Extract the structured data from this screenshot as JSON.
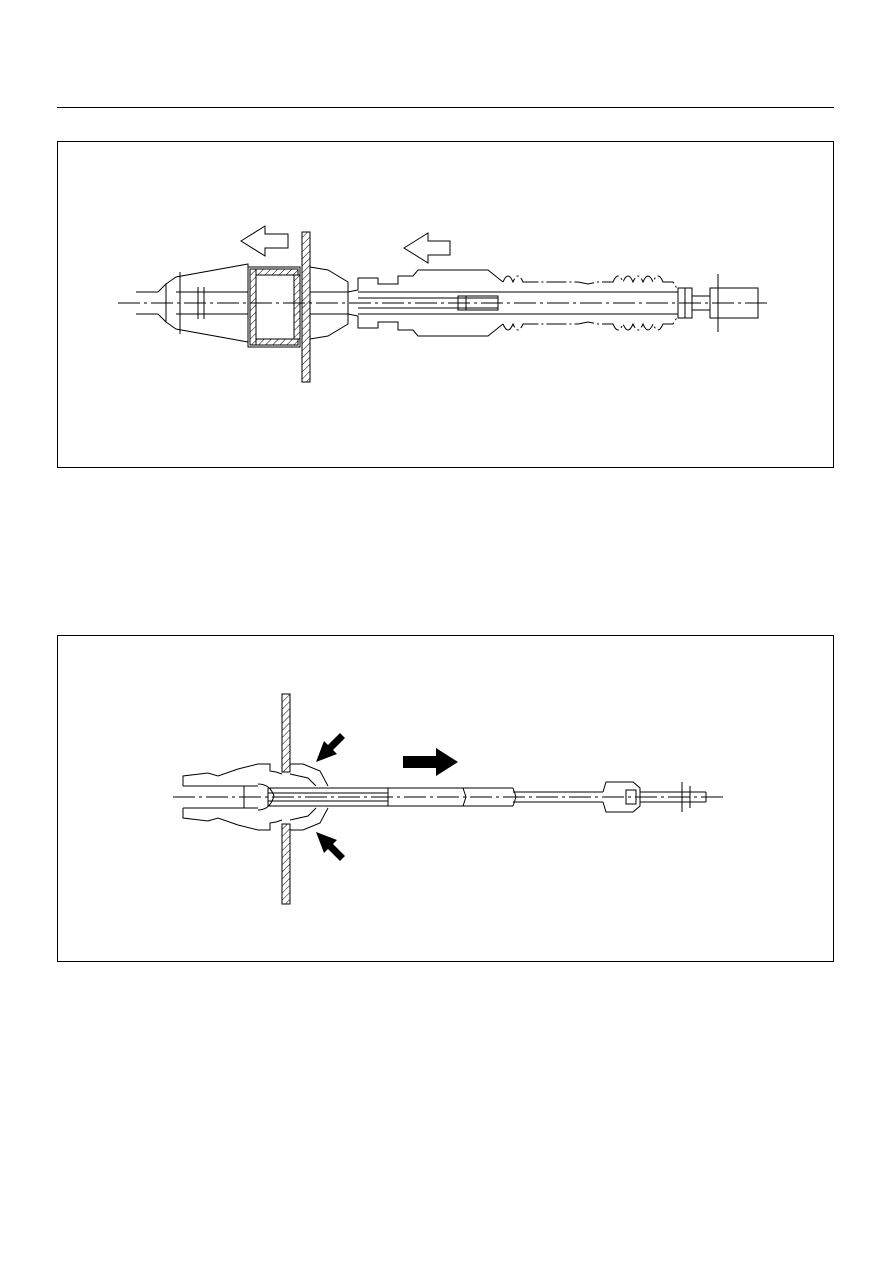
{
  "page": {
    "figures": [
      {
        "id": "fig1",
        "arrow_style": "outline",
        "arrow_direction": "left",
        "arrow_count": 2
      },
      {
        "id": "fig2",
        "arrow_style": "filled",
        "arrow_direction": "right",
        "squeeze_arrow_count": 2
      }
    ]
  },
  "colors": {
    "line": "#000000",
    "background": "#ffffff",
    "arrow_fill": "#000000"
  },
  "icons": [
    "hollow-arrow-left-icon",
    "solid-arrow-right-icon",
    "solid-arrow-diagonal-icon",
    "hatched-panel-icon"
  ]
}
